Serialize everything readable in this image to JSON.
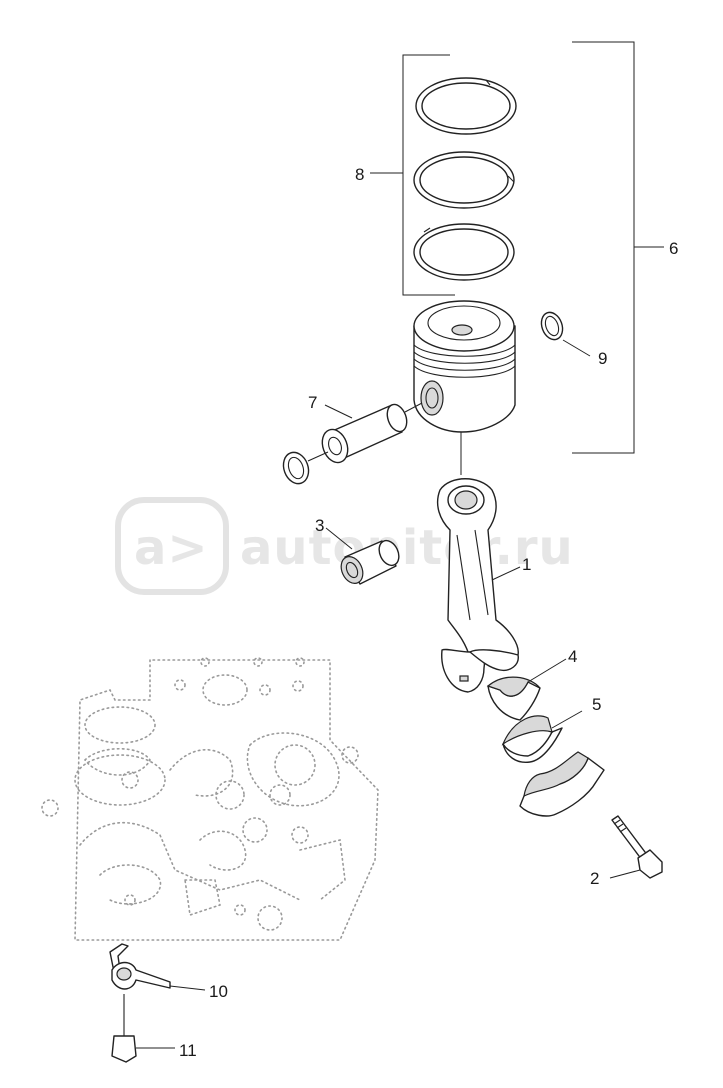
{
  "watermark": {
    "text": "autopiter.ru",
    "logo_text": "a>"
  },
  "callouts": [
    {
      "id": "1",
      "text": "1"
    },
    {
      "id": "2",
      "text": "2"
    },
    {
      "id": "3",
      "text": "3"
    },
    {
      "id": "4",
      "text": "4"
    },
    {
      "id": "5",
      "text": "5"
    },
    {
      "id": "6",
      "text": "6"
    },
    {
      "id": "7",
      "text": "7"
    },
    {
      "id": "8",
      "text": "8"
    },
    {
      "id": "9",
      "text": "9"
    },
    {
      "id": "10",
      "text": "10"
    },
    {
      "id": "11",
      "text": "11"
    }
  ],
  "colors": {
    "line": "#222222",
    "fill": "#ffffff",
    "shade": "#d9d9d9",
    "ghost": "#9a9a9a",
    "watermark": "#e6e6e6"
  }
}
